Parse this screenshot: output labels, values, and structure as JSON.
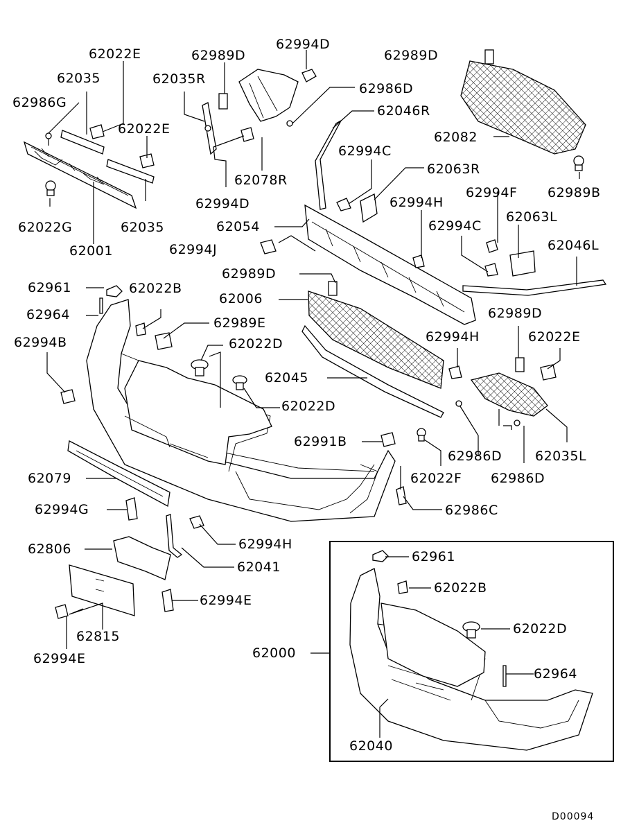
{
  "diagram": {
    "code": "D00094",
    "labels": [
      {
        "id": "l1",
        "text": "62022E"
      },
      {
        "id": "l2",
        "text": "62035"
      },
      {
        "id": "l3",
        "text": "62986G"
      },
      {
        "id": "l4",
        "text": "62989D"
      },
      {
        "id": "l5",
        "text": "62994D"
      },
      {
        "id": "l6",
        "text": "62035R"
      },
      {
        "id": "l7",
        "text": "62986D"
      },
      {
        "id": "l8",
        "text": "62989D"
      },
      {
        "id": "l9",
        "text": "62046R"
      },
      {
        "id": "l10",
        "text": "62022E"
      },
      {
        "id": "l11",
        "text": "62082"
      },
      {
        "id": "l12",
        "text": "62994C"
      },
      {
        "id": "l13",
        "text": "62063R"
      },
      {
        "id": "l14",
        "text": "62078R"
      },
      {
        "id": "l15",
        "text": "62994F"
      },
      {
        "id": "l16",
        "text": "62989B"
      },
      {
        "id": "l17",
        "text": "62994D"
      },
      {
        "id": "l18",
        "text": "62994H"
      },
      {
        "id": "l19",
        "text": "62022G"
      },
      {
        "id": "l20",
        "text": "62035"
      },
      {
        "id": "l21",
        "text": "62054"
      },
      {
        "id": "l22",
        "text": "62994C"
      },
      {
        "id": "l23",
        "text": "62063L"
      },
      {
        "id": "l24",
        "text": "62001"
      },
      {
        "id": "l25",
        "text": "62994J"
      },
      {
        "id": "l26",
        "text": "62046L"
      },
      {
        "id": "l27",
        "text": "62989D"
      },
      {
        "id": "l28",
        "text": "62961"
      },
      {
        "id": "l29",
        "text": "62022B"
      },
      {
        "id": "l30",
        "text": "62006"
      },
      {
        "id": "l31",
        "text": "62964"
      },
      {
        "id": "l32",
        "text": "62989E"
      },
      {
        "id": "l33",
        "text": "62989D"
      },
      {
        "id": "l34",
        "text": "62994H"
      },
      {
        "id": "l35",
        "text": "62022E"
      },
      {
        "id": "l36",
        "text": "62994B"
      },
      {
        "id": "l37",
        "text": "62022D"
      },
      {
        "id": "l38",
        "text": "62045"
      },
      {
        "id": "l39",
        "text": "62022D"
      },
      {
        "id": "l40",
        "text": "62991B"
      },
      {
        "id": "l41",
        "text": "62986D"
      },
      {
        "id": "l42",
        "text": "62035L"
      },
      {
        "id": "l43",
        "text": "62079"
      },
      {
        "id": "l44",
        "text": "62022F"
      },
      {
        "id": "l45",
        "text": "62986D"
      },
      {
        "id": "l46",
        "text": "62994G"
      },
      {
        "id": "l47",
        "text": "62986C"
      },
      {
        "id": "l48",
        "text": "62994H"
      },
      {
        "id": "l49",
        "text": "62806"
      },
      {
        "id": "l50",
        "text": "62041"
      },
      {
        "id": "l51",
        "text": "62961"
      },
      {
        "id": "l52",
        "text": "62022B"
      },
      {
        "id": "l53",
        "text": "62994E"
      },
      {
        "id": "l54",
        "text": "62815"
      },
      {
        "id": "l55",
        "text": "62022D"
      },
      {
        "id": "l56",
        "text": "62994E"
      },
      {
        "id": "l57",
        "text": "62000"
      },
      {
        "id": "l58",
        "text": "62964"
      },
      {
        "id": "l59",
        "text": "62040"
      }
    ]
  }
}
